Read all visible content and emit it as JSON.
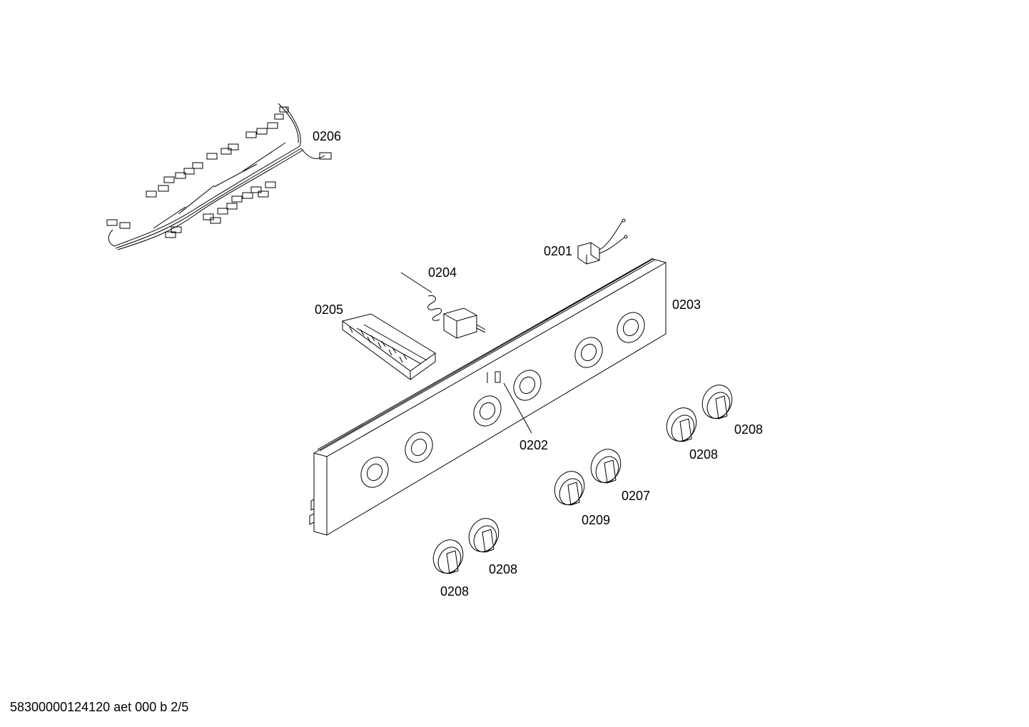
{
  "parts": {
    "p0201": "0201",
    "p0202": "0202",
    "p0203": "0203",
    "p0204": "0204",
    "p0205": "0205",
    "p0206": "0206",
    "p0207": "0207",
    "p0208": "0208",
    "p0209": "0209"
  },
  "footer": "58300000124120 aet 000 b 2/5"
}
